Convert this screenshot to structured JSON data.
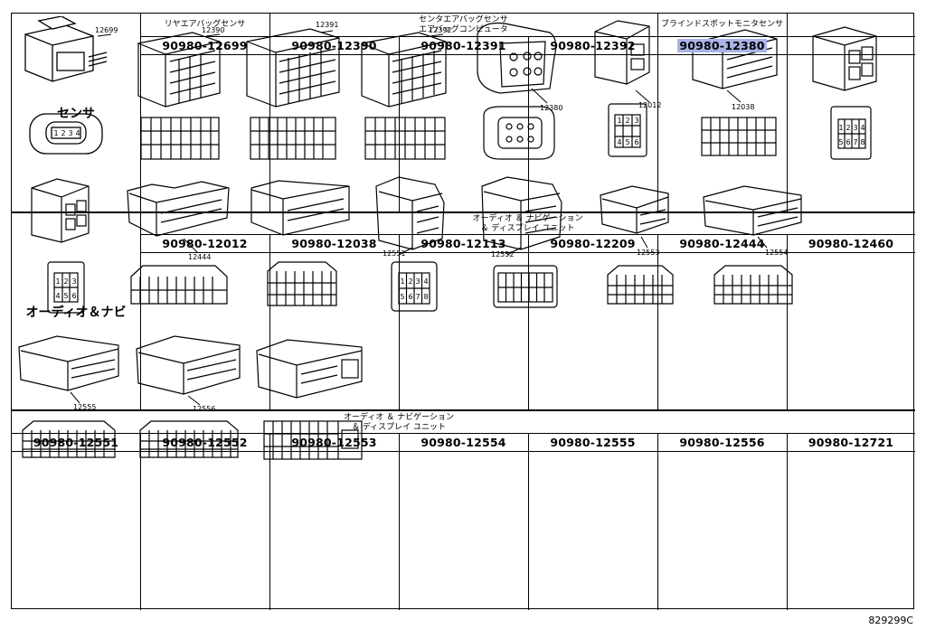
{
  "sections": [
    {
      "category": "センサ",
      "groups": [
        {
          "label": "リヤエアバッグセンサ"
        },
        {
          "label_lines": [
            "センタエアバッグセンサ",
            "エアバッグコンピュータ"
          ]
        },
        {
          "label": "ブラインドスポットモニタセンサ"
        }
      ],
      "parts": [
        {
          "number": "90980-12699",
          "callout": "12699"
        },
        {
          "number": "90980-12390",
          "callout": "12390"
        },
        {
          "number": "90980-12391",
          "callout": "12391"
        },
        {
          "number": "90980-12392",
          "callout": "12392"
        },
        {
          "number": "90980-12380",
          "callout": "12380",
          "highlighted": true
        }
      ]
    },
    {
      "category": "オーディオ＆ナビ",
      "group_lines": [
        "オーディオ ＆ ナビゲーション",
        "＆ ディスプレイ ユニット"
      ],
      "parts": [
        {
          "number": "90980-12012",
          "callout": "12012"
        },
        {
          "number": "90980-12038",
          "callout": "12038"
        },
        {
          "number": "90980-12113",
          "callout": ""
        },
        {
          "number": "90980-12209",
          "callout": ""
        },
        {
          "number": "90980-12444",
          "callout": "12444"
        },
        {
          "number": "90980-12460",
          "callout": ""
        }
      ]
    },
    {
      "group_lines": [
        "オーディオ ＆ ナビゲーション",
        "＆ ディスプレイ ユニット"
      ],
      "parts": [
        {
          "number": "90980-12551",
          "callout": "12551"
        },
        {
          "number": "90980-12552",
          "callout": "12552"
        },
        {
          "number": "90980-12553",
          "callout": "12553"
        },
        {
          "number": "90980-12554",
          "callout": "12554"
        },
        {
          "number": "90980-12555",
          "callout": "12555"
        },
        {
          "number": "90980-12556",
          "callout": "12556"
        },
        {
          "number": "90980-12721",
          "callout": ""
        }
      ]
    }
  ],
  "pin_faces": {
    "p12699": [
      "1",
      "2",
      "3",
      "4"
    ],
    "p12012": [
      "1",
      "2",
      "3",
      "4",
      "5",
      "6"
    ],
    "p12113": [
      "1",
      "2",
      "3",
      "4",
      "5",
      "6",
      "7",
      "8"
    ],
    "p12209": [
      "1",
      "2",
      "3",
      "4",
      "5",
      "6"
    ],
    "p12551": [
      "1",
      "2",
      "3",
      "4",
      "5",
      "6",
      "7",
      "8"
    ]
  },
  "reference_code": "829299C",
  "colors": {
    "highlight": "#a9b3e6",
    "line": "#000000"
  }
}
